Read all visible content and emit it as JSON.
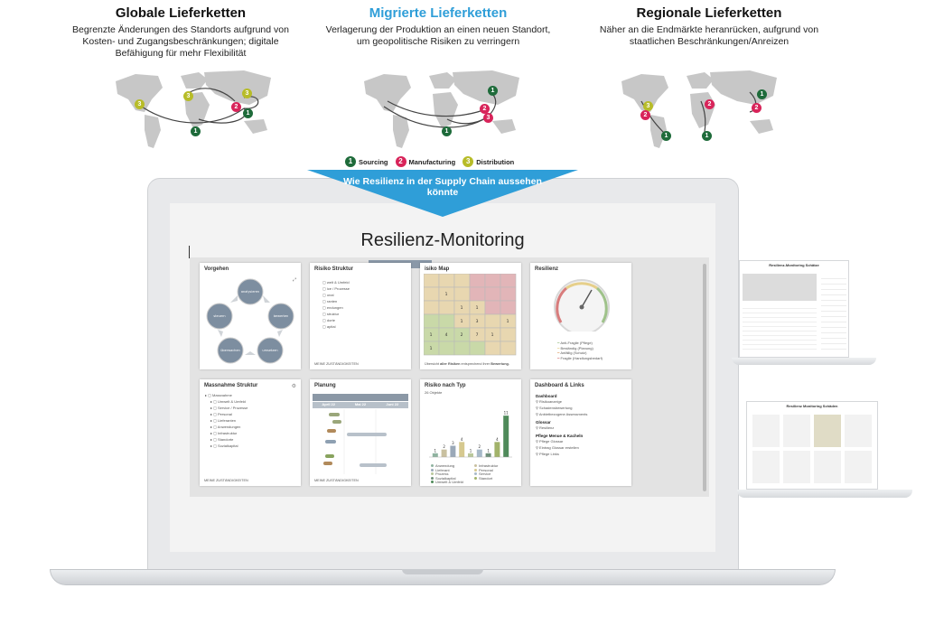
{
  "columns": [
    {
      "title": "Globale Lieferketten",
      "desc": "Begrenzte Änderungen des Standorts aufgrund von Kosten- und Zugangsbeschränkungen; digitale Befähigung für mehr Flexibilität"
    },
    {
      "title": "Migrierte Lieferketten",
      "desc": "Verlagerung der Produktion an einen neuen Standort, um geopolitische Risiken zu verringern"
    },
    {
      "title": "Regionale Lieferketten",
      "desc": "Näher an die Endmärkte heranrücken, aufgrund von staatlichen Beschränkungen/Anreizen"
    }
  ],
  "legend": [
    {
      "num": "1",
      "label": "Sourcing",
      "color": "#1e6b3a"
    },
    {
      "num": "2",
      "label": "Manufacturing",
      "color": "#d8245a"
    },
    {
      "num": "3",
      "label": "Distribution",
      "color": "#b7bc28"
    }
  ],
  "banner": {
    "text": "Wie Resilienz in der Supply Chain aussehen könnte"
  },
  "app": {
    "title": "Resilienz-Monitoring",
    "cards": {
      "vorgehen": {
        "title": "Vorgehen",
        "steps": [
          "analysieren",
          "bewerten",
          "umsetzen",
          "überwachen",
          "steuern"
        ]
      },
      "risiko_struktur": {
        "title": "Risiko Struktur",
        "items": [
          "welt & Umfeld",
          "ice / Prozesse",
          "onal",
          "ranten",
          "endungen",
          "struktur",
          "dorte",
          "apital"
        ],
        "foot": "MEINE ZUSTÄNDIGKEITEN"
      },
      "risiko_map": {
        "title": "isiko Map",
        "cells": [
          "1",
          "1",
          "1",
          "1",
          "3",
          "1",
          "1",
          "4",
          "2",
          "7",
          "1",
          "1"
        ],
        "foot_pre": "Übersicht ",
        "foot_bold1": "aller Risiken",
        "foot_mid": " entsprechend ihrer ",
        "foot_bold2": "Bewertung."
      },
      "resilienz": {
        "title": "Resilienz",
        "legend": [
          "Anti-Fragile (Pflege)",
          "Beständig (Planung)",
          "Anfällig (Schutz)",
          "Fragile (Handlungsbedarf)"
        ]
      },
      "massnahme": {
        "title": "Massnahme Struktur",
        "root": "Massnahme",
        "items": [
          "Umwelt & Umfeld",
          "Service / Prozesse",
          "Personal",
          "Lieferanten",
          "Anwendungen",
          "Infrastruktur",
          "Standorte",
          "Sozialkapital"
        ],
        "foot": "MEINE ZUSTÄNDIGKEITEN"
      },
      "planung": {
        "title": "Planung",
        "months": [
          "April 22",
          "Mai 22",
          "Juni 22"
        ],
        "foot": "MEINE ZUSTÄNDIGKEITEN"
      },
      "risiko_typ": {
        "title": "Risiko nach Typ",
        "subtitle": "26 Objekte",
        "values": [
          1,
          2,
          3,
          4,
          1,
          2,
          1,
          4,
          11
        ],
        "series": [
          "Anwendung",
          "Infrastruktur",
          "Lieferant",
          "Personal",
          "Prozess",
          "Service",
          "Sozialkapital",
          "Standort",
          "Umwelt & Umfeld"
        ]
      },
      "dashboard": {
        "title": "Dashboard & Links",
        "sec1": "Dashboard",
        "links1": [
          "Risikoanzeige",
          "Schadensbewertung",
          "Anbietbezogene Assessments"
        ],
        "sec2": "Glossar",
        "links2": [
          "Resilienz"
        ],
        "sec3": "Pflege Menue & Kacheln",
        "links3": [
          "Pflege Glossar",
          "Eintrag Glossar erstellen",
          "Pflege Links"
        ]
      }
    }
  },
  "thumbs": {
    "top_title": "Resilienz-Monitoring Schätze",
    "bottom_title": "Resilienz Monitoring Schäden"
  },
  "colors": {
    "accent": "#2f9ed8",
    "banner": "#2f9ed8",
    "map_land": "#c7c7c7"
  }
}
